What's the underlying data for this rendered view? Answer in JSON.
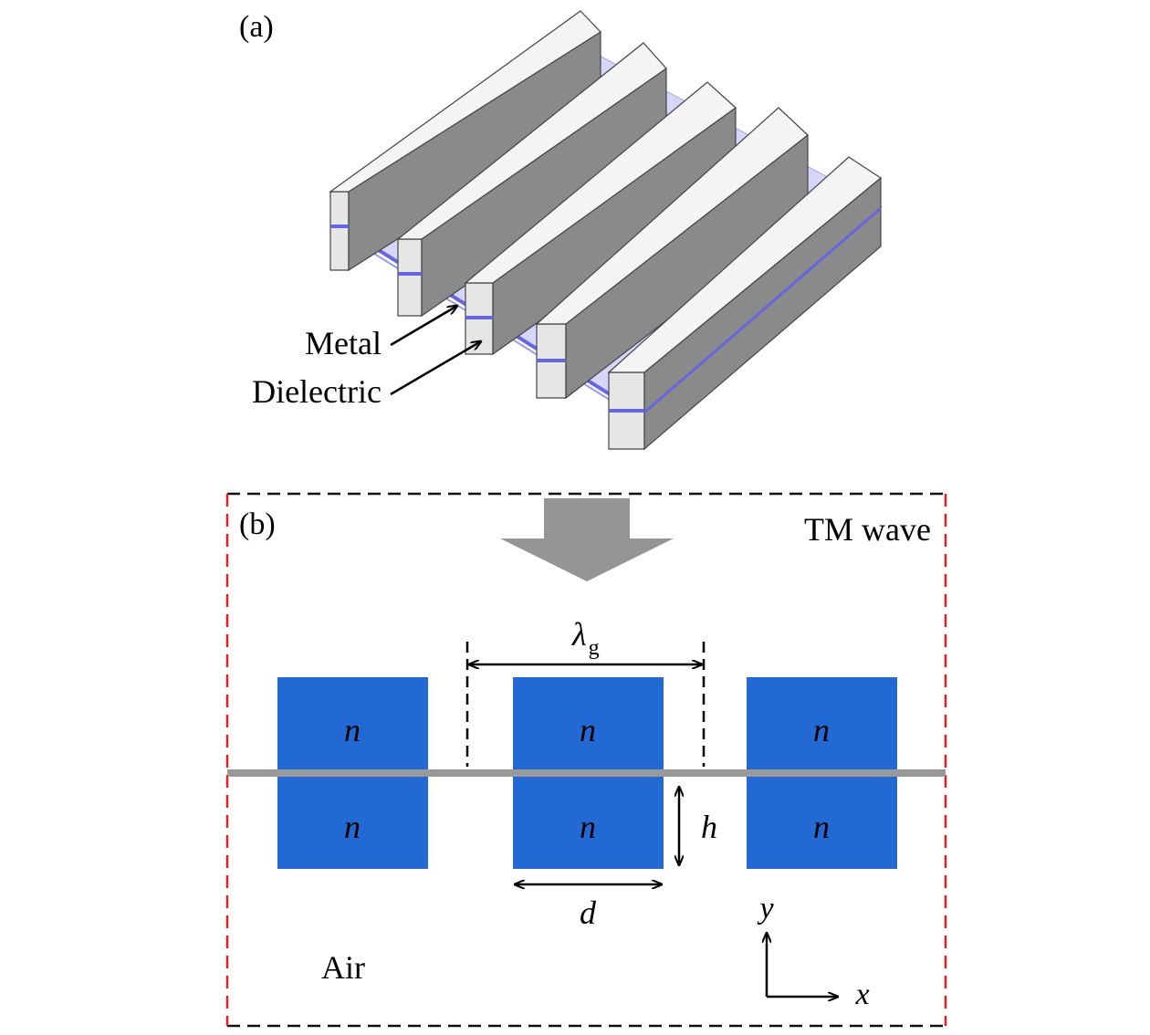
{
  "panel_a": {
    "label": "(a)",
    "callouts": {
      "metal": "Metal",
      "dielectric": "Dielectric"
    },
    "colors": {
      "bar_top": "#f4f4f4",
      "bar_front": "#e6e6e6",
      "bar_side": "#8a8a8a",
      "dielectric": "#d6d6fb",
      "metal_line": "#6666dd"
    }
  },
  "panel_b": {
    "label": "(b)",
    "wave_label": "TM wave",
    "medium_label": "Air",
    "block_label": "n",
    "period_label": "λ",
    "period_subscript": "g",
    "width_label": "d",
    "height_label": "h",
    "axis_y": "y",
    "axis_x": "x",
    "colors": {
      "block": "#2269d4",
      "metal_line": "#999999",
      "arrow": "#959595",
      "boundary_side": "#e02020",
      "boundary_top_bottom": "#111111"
    }
  }
}
